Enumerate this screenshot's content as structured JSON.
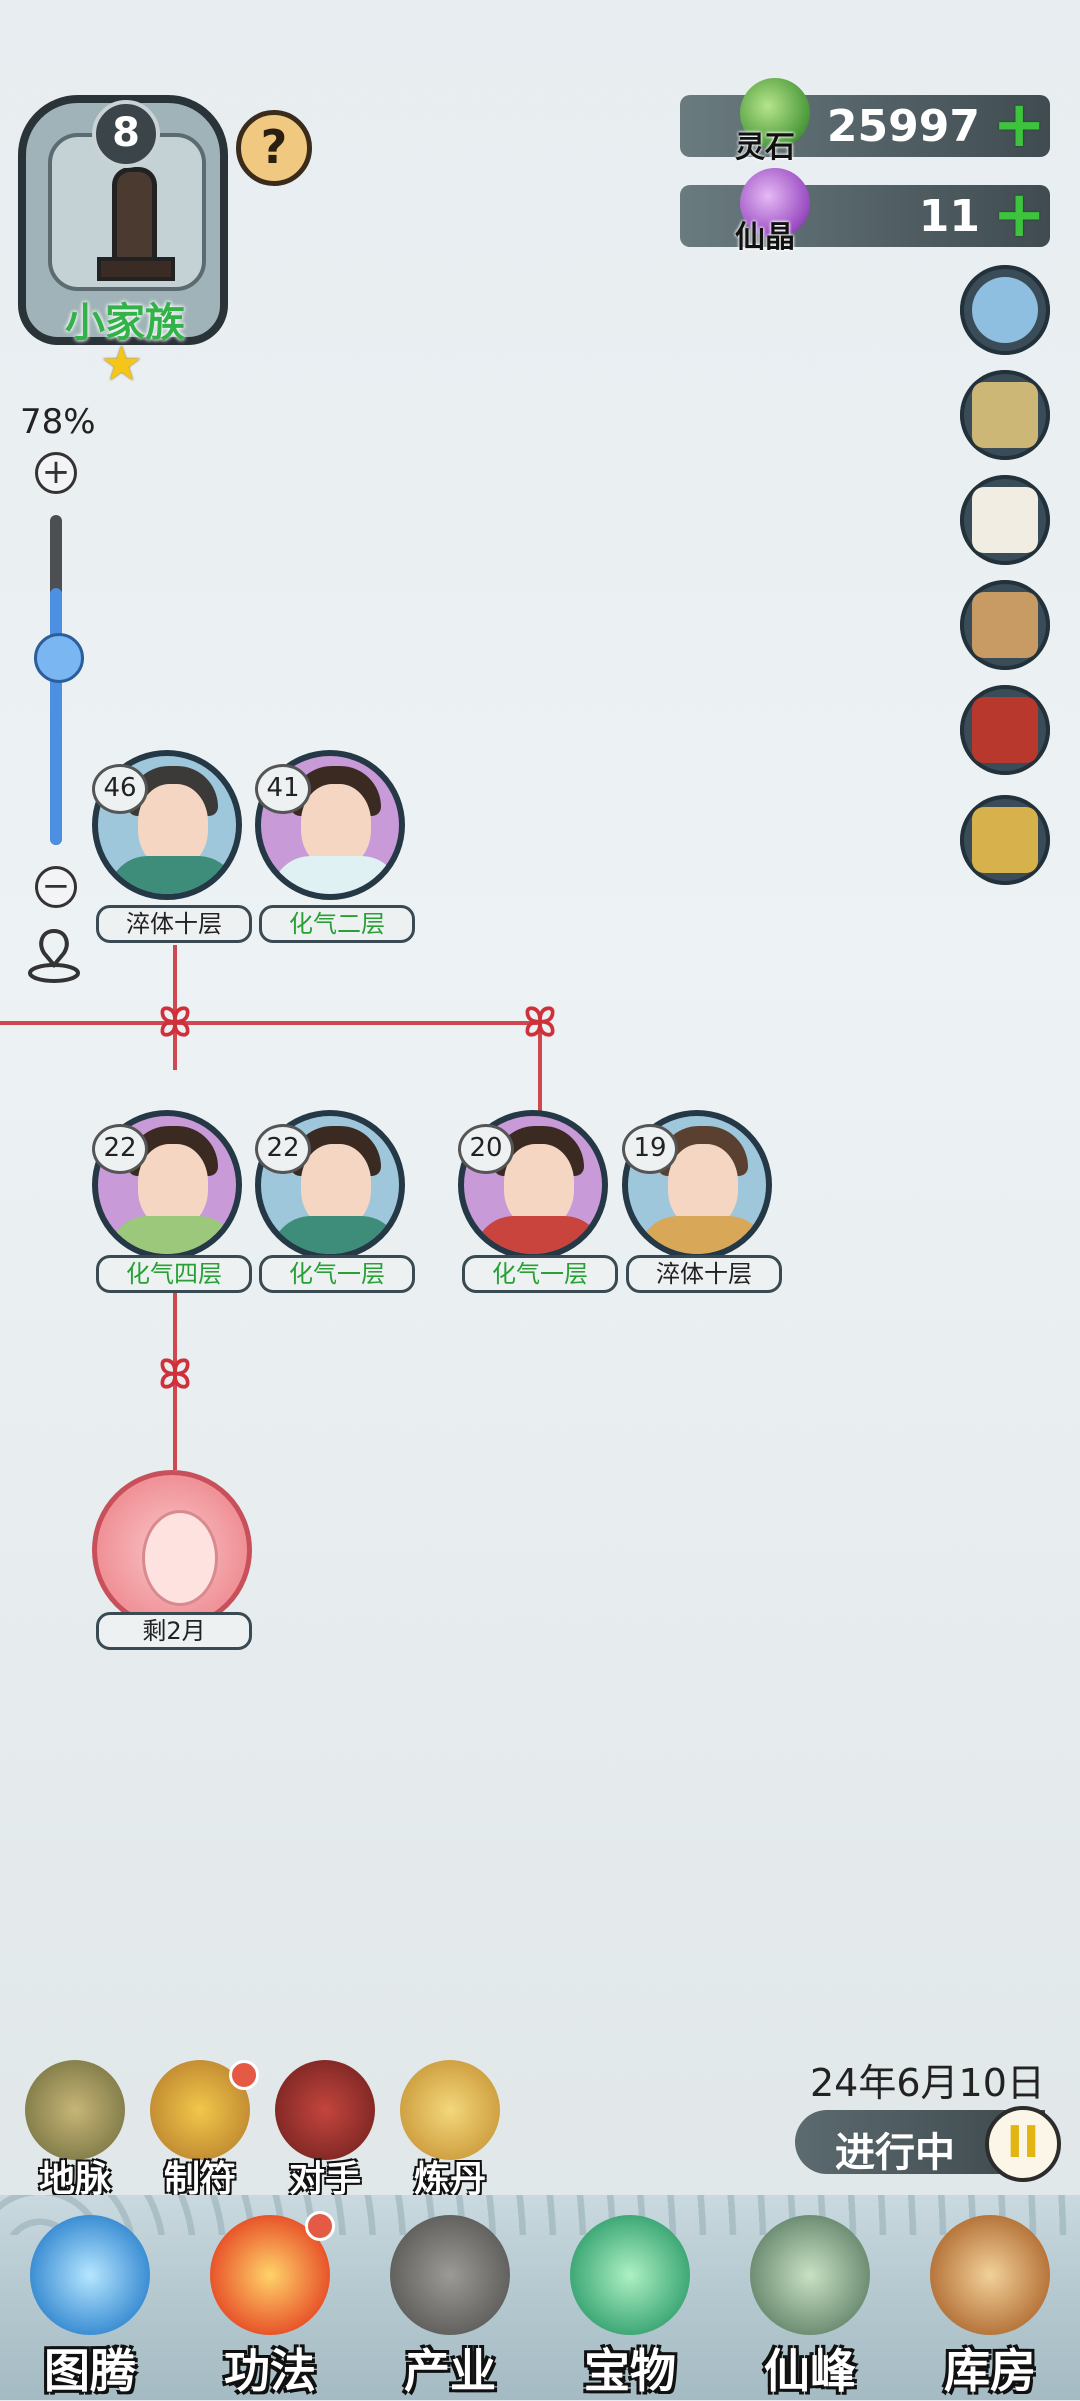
{
  "clan": {
    "level": "8",
    "name": "小家族",
    "help": "?"
  },
  "zoom": {
    "percent": "78%",
    "in": "+",
    "out": "−",
    "level": 0.78
  },
  "currency": [
    {
      "label": "灵石",
      "value": "25997",
      "plus": "+"
    },
    {
      "label": "仙晶",
      "value": "11",
      "plus": "+"
    }
  ],
  "tools": [
    "yin-yang-gear-icon",
    "map-scroll-icon",
    "letter-icon",
    "scroll-icon",
    "book-icon",
    "plaque-icon"
  ],
  "tree": {
    "gen1": [
      {
        "age": "46",
        "rank": "淬体十层"
      },
      {
        "age": "41",
        "rank": "化气二层"
      }
    ],
    "gen2": [
      {
        "age": "22",
        "rank": "化气四层"
      },
      {
        "age": "22",
        "rank": "化气一层"
      },
      {
        "age": "20",
        "rank": "化气一层"
      },
      {
        "age": "19",
        "rank": "淬体十层"
      }
    ],
    "baby": {
      "remaining": "剩2月"
    },
    "knot": "ꕤ"
  },
  "date": "24年6月10日",
  "status": "进行中",
  "pause": "II",
  "quick": [
    "地脉",
    "制符",
    "对手",
    "炼丹"
  ],
  "nav": [
    "图腾",
    "功法",
    "产业",
    "宝物",
    "仙峰",
    "库房"
  ]
}
